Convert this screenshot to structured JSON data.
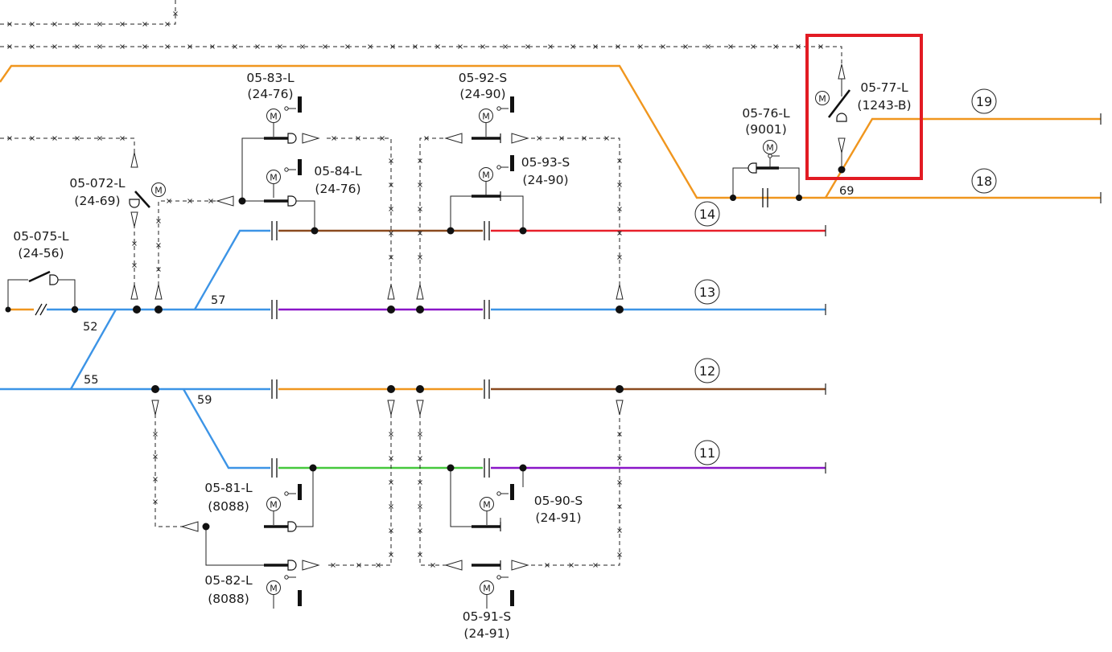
{
  "colors": {
    "orange": "#F0961E",
    "blue": "#3C94E6",
    "brown": "#8B4A1F",
    "red": "#E8202A",
    "purple": "#8A15C8",
    "green": "#46C83C",
    "highlight": "#E21B23"
  },
  "tracks": {
    "t19": "19",
    "t18": "18",
    "t14": "14",
    "t13": "13",
    "t12": "12",
    "t11": "11"
  },
  "switches": {
    "s52": "52",
    "s55": "55",
    "s57": "57",
    "s59": "59",
    "s69": "69"
  },
  "devices": {
    "d0583": {
      "id": "05-83-L",
      "ref": "(24-76)"
    },
    "d0584": {
      "id": "05-84-L",
      "ref": "(24-76)"
    },
    "d0592": {
      "id": "05-92-S",
      "ref": "(24-90)"
    },
    "d0593": {
      "id": "05-93-S",
      "ref": "(24-90)"
    },
    "d0576": {
      "id": "05-76-L",
      "ref": "(9001)"
    },
    "d0577": {
      "id": "05-77-L",
      "ref": "(1243-B)"
    },
    "d05072": {
      "id": "05-072-L",
      "ref": "(24-69)"
    },
    "d05075": {
      "id": "05-075-L",
      "ref": "(24-56)"
    },
    "d0581": {
      "id": "05-81-L",
      "ref": "(8088)"
    },
    "d0582": {
      "id": "05-82-L",
      "ref": "(8088)"
    },
    "d0590": {
      "id": "05-90-S",
      "ref": "(24-91)"
    },
    "d0591": {
      "id": "05-91-S",
      "ref": "(24-91)"
    }
  },
  "motor_symbol": "M"
}
